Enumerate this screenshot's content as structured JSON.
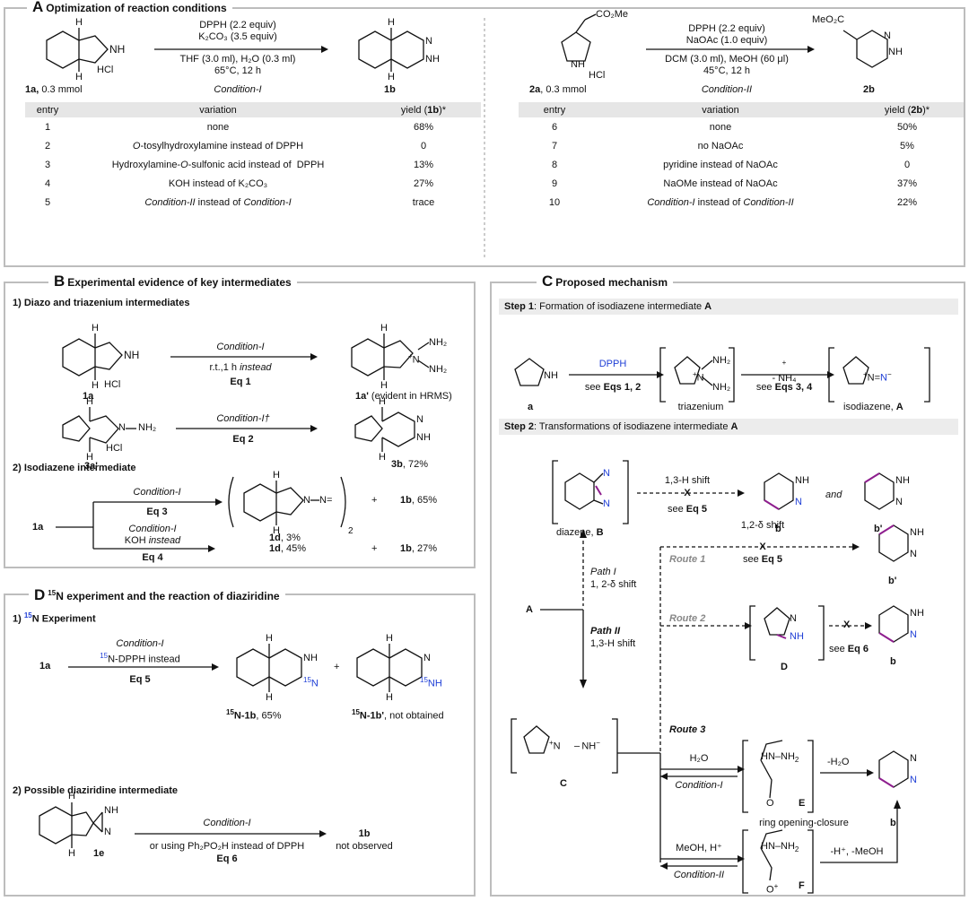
{
  "panelA": {
    "letter": "A",
    "title": "Optimization of reaction conditions",
    "left": {
      "reagents": [
        "DPPH (2.2 equiv)",
        "K₂CO₃ (3.5 equiv)",
        "THF (3.0 ml), H₂O (0.3 ml)",
        "65°C, 12 h"
      ],
      "condition": "Condition-I",
      "sm_label": "1a,",
      "sm_amount": " 0.3 mmol",
      "product": "1b",
      "headers": [
        "entry",
        "variation",
        "yield (1b)*"
      ],
      "rows": [
        [
          "1",
          "none",
          "68%"
        ],
        [
          "2",
          "O-tosylhydroxylamine instead of DPPH",
          "0"
        ],
        [
          "3",
          "Hydroxylamine-O-sulfonic acid instead of  DPPH",
          "13%"
        ],
        [
          "4",
          "KOH instead of K₂CO₃",
          "27%"
        ],
        [
          "5",
          "Condition-II instead of Condition-I",
          "trace"
        ]
      ]
    },
    "right": {
      "reagents": [
        "DPPH (2.2 equiv)",
        "NaOAc (1.0 equiv)",
        "DCM (3.0 ml),  MeOH (60 μl)",
        "45°C, 12 h"
      ],
      "condition": "Condition-II",
      "sm_label": "2a",
      "sm_amount": ", 0.3 mmol",
      "product": "2b",
      "headers": [
        "entry",
        "variation",
        "yield (2b)*"
      ],
      "rows": [
        [
          "6",
          "none",
          "50%"
        ],
        [
          "7",
          "no NaOAc",
          "5%"
        ],
        [
          "8",
          "pyridine instead of NaOAc",
          "0"
        ],
        [
          "9",
          "NaOMe instead of NaOAc",
          "37%"
        ],
        [
          "10",
          "Condition-I instead of Condition-II",
          "22%"
        ]
      ]
    }
  },
  "panelB": {
    "letter": "B",
    "title": "Experimental evidence of key intermediates",
    "sub1": "1) Diazo and triazenium intermediates",
    "sub2": "2) Isodiazene intermediate",
    "eq1": {
      "cond": "Condition-I",
      "note": "r.t.,1 h instead",
      "eq": "Eq 1",
      "sm": "1a",
      "prod": "1a'",
      "prod_note": " (evident in HRMS)"
    },
    "eq2": {
      "cond": "Condition-I†",
      "eq": "Eq 2",
      "sm": "3a'",
      "prod": "3b",
      "yield": ", 72%"
    },
    "eq3": {
      "cond": "Condition-I",
      "eq": "Eq 3",
      "prod": "1d",
      "prod_yield": ", 3%",
      "byprod": "1b",
      "byprod_yield": ", 65%"
    },
    "eq4": {
      "cond": "Condition-I",
      "note": "KOH instead",
      "eq": "Eq 4",
      "prod": "1d",
      "prod_yield": ", 45%",
      "byprod": "1b",
      "byprod_yield": ", 27%"
    },
    "sm": "1a",
    "plus": "+"
  },
  "panelC": {
    "letter": "C",
    "title": "Proposed mechanism",
    "step1": {
      "label": "Step 1",
      "text": ": Formation of isodiazene intermediate ",
      "bold": "A"
    },
    "step2": {
      "label": "Step 2",
      "text": ": Transformations of isodiazene intermediate ",
      "bold": "A"
    },
    "reagent_top": "DPPH",
    "see1": "see Eqs 1, 2",
    "see2": "see Eqs 3, 4",
    "nh4": "- NH₄",
    "a": "a",
    "triazenium": "triazenium",
    "isodiazene": "isodiazene, ",
    "A": "A",
    "diazene": "diazene, ",
    "B": "B",
    "shift13": "1,3-H shift",
    "see5": "see Eq 5",
    "b": "b",
    "and": "and",
    "bprime": "b'",
    "pathI": "Path I",
    "pathI_note": "1, 2-δ shift",
    "pathII": "Path II",
    "pathII_note": "1,3-H shift",
    "route1": "Route 1",
    "route1_shift": "1,2-δ  shift",
    "route2": "Route 2",
    "see6": "see Eq 6",
    "D": "D",
    "route3": "Route 3",
    "C": "C",
    "water": "H₂O",
    "condI": "Condition-I",
    "minuswater": "-H₂O",
    "E": "E",
    "ringoc": "ring opening-closure",
    "meoh": "MeOH, H⁺",
    "condII": "Condition-II",
    "minusH": "-H⁺, -MeOH",
    "F": "F",
    "x": "X"
  },
  "panelD": {
    "letter": "D",
    "title_sup": "15",
    "title": "N experiment and the reaction of diaziridine",
    "sub1_pre": "1) ",
    "sub1_sup": "15",
    "sub1": "N Experiment",
    "sub2": "2) Possible diaziridine intermediate",
    "eq5": {
      "cond": "Condition-I",
      "reagent_sup": "15",
      "reagent": "N-DPPH instead",
      "eq": "Eq 5"
    },
    "sm": "1a",
    "plus": "+",
    "prod1_sup": "15",
    "prod1": "N-1b",
    "prod1_yield": ", 65%",
    "prod2_sup": "15",
    "prod2": "N-1b'",
    "prod2_note": ", not obtained",
    "eq6": {
      "cond": "Condition-I",
      "note": "or using Ph₂PO₂H instead of DPPH",
      "eq": "Eq 6"
    },
    "sm2": "1e",
    "prod3": "1b",
    "prod3_note": "not observed",
    "n15": "15",
    "label_N": "N",
    "label_NH": "NH",
    "label_NNH": "NH"
  },
  "atoms": {
    "NH": "NH",
    "N": "N",
    "H": "H",
    "HCl": "HCl",
    "NH2": "NH₂",
    "CO2Me": "CO₂Me",
    "MeO2C": "MeO₂C",
    "O": "O"
  },
  "colors": {
    "accent": "#1f3fd6",
    "purple": "#8e1e8e",
    "border": "#bdbdbd",
    "tableHead": "#e6e6e6"
  }
}
